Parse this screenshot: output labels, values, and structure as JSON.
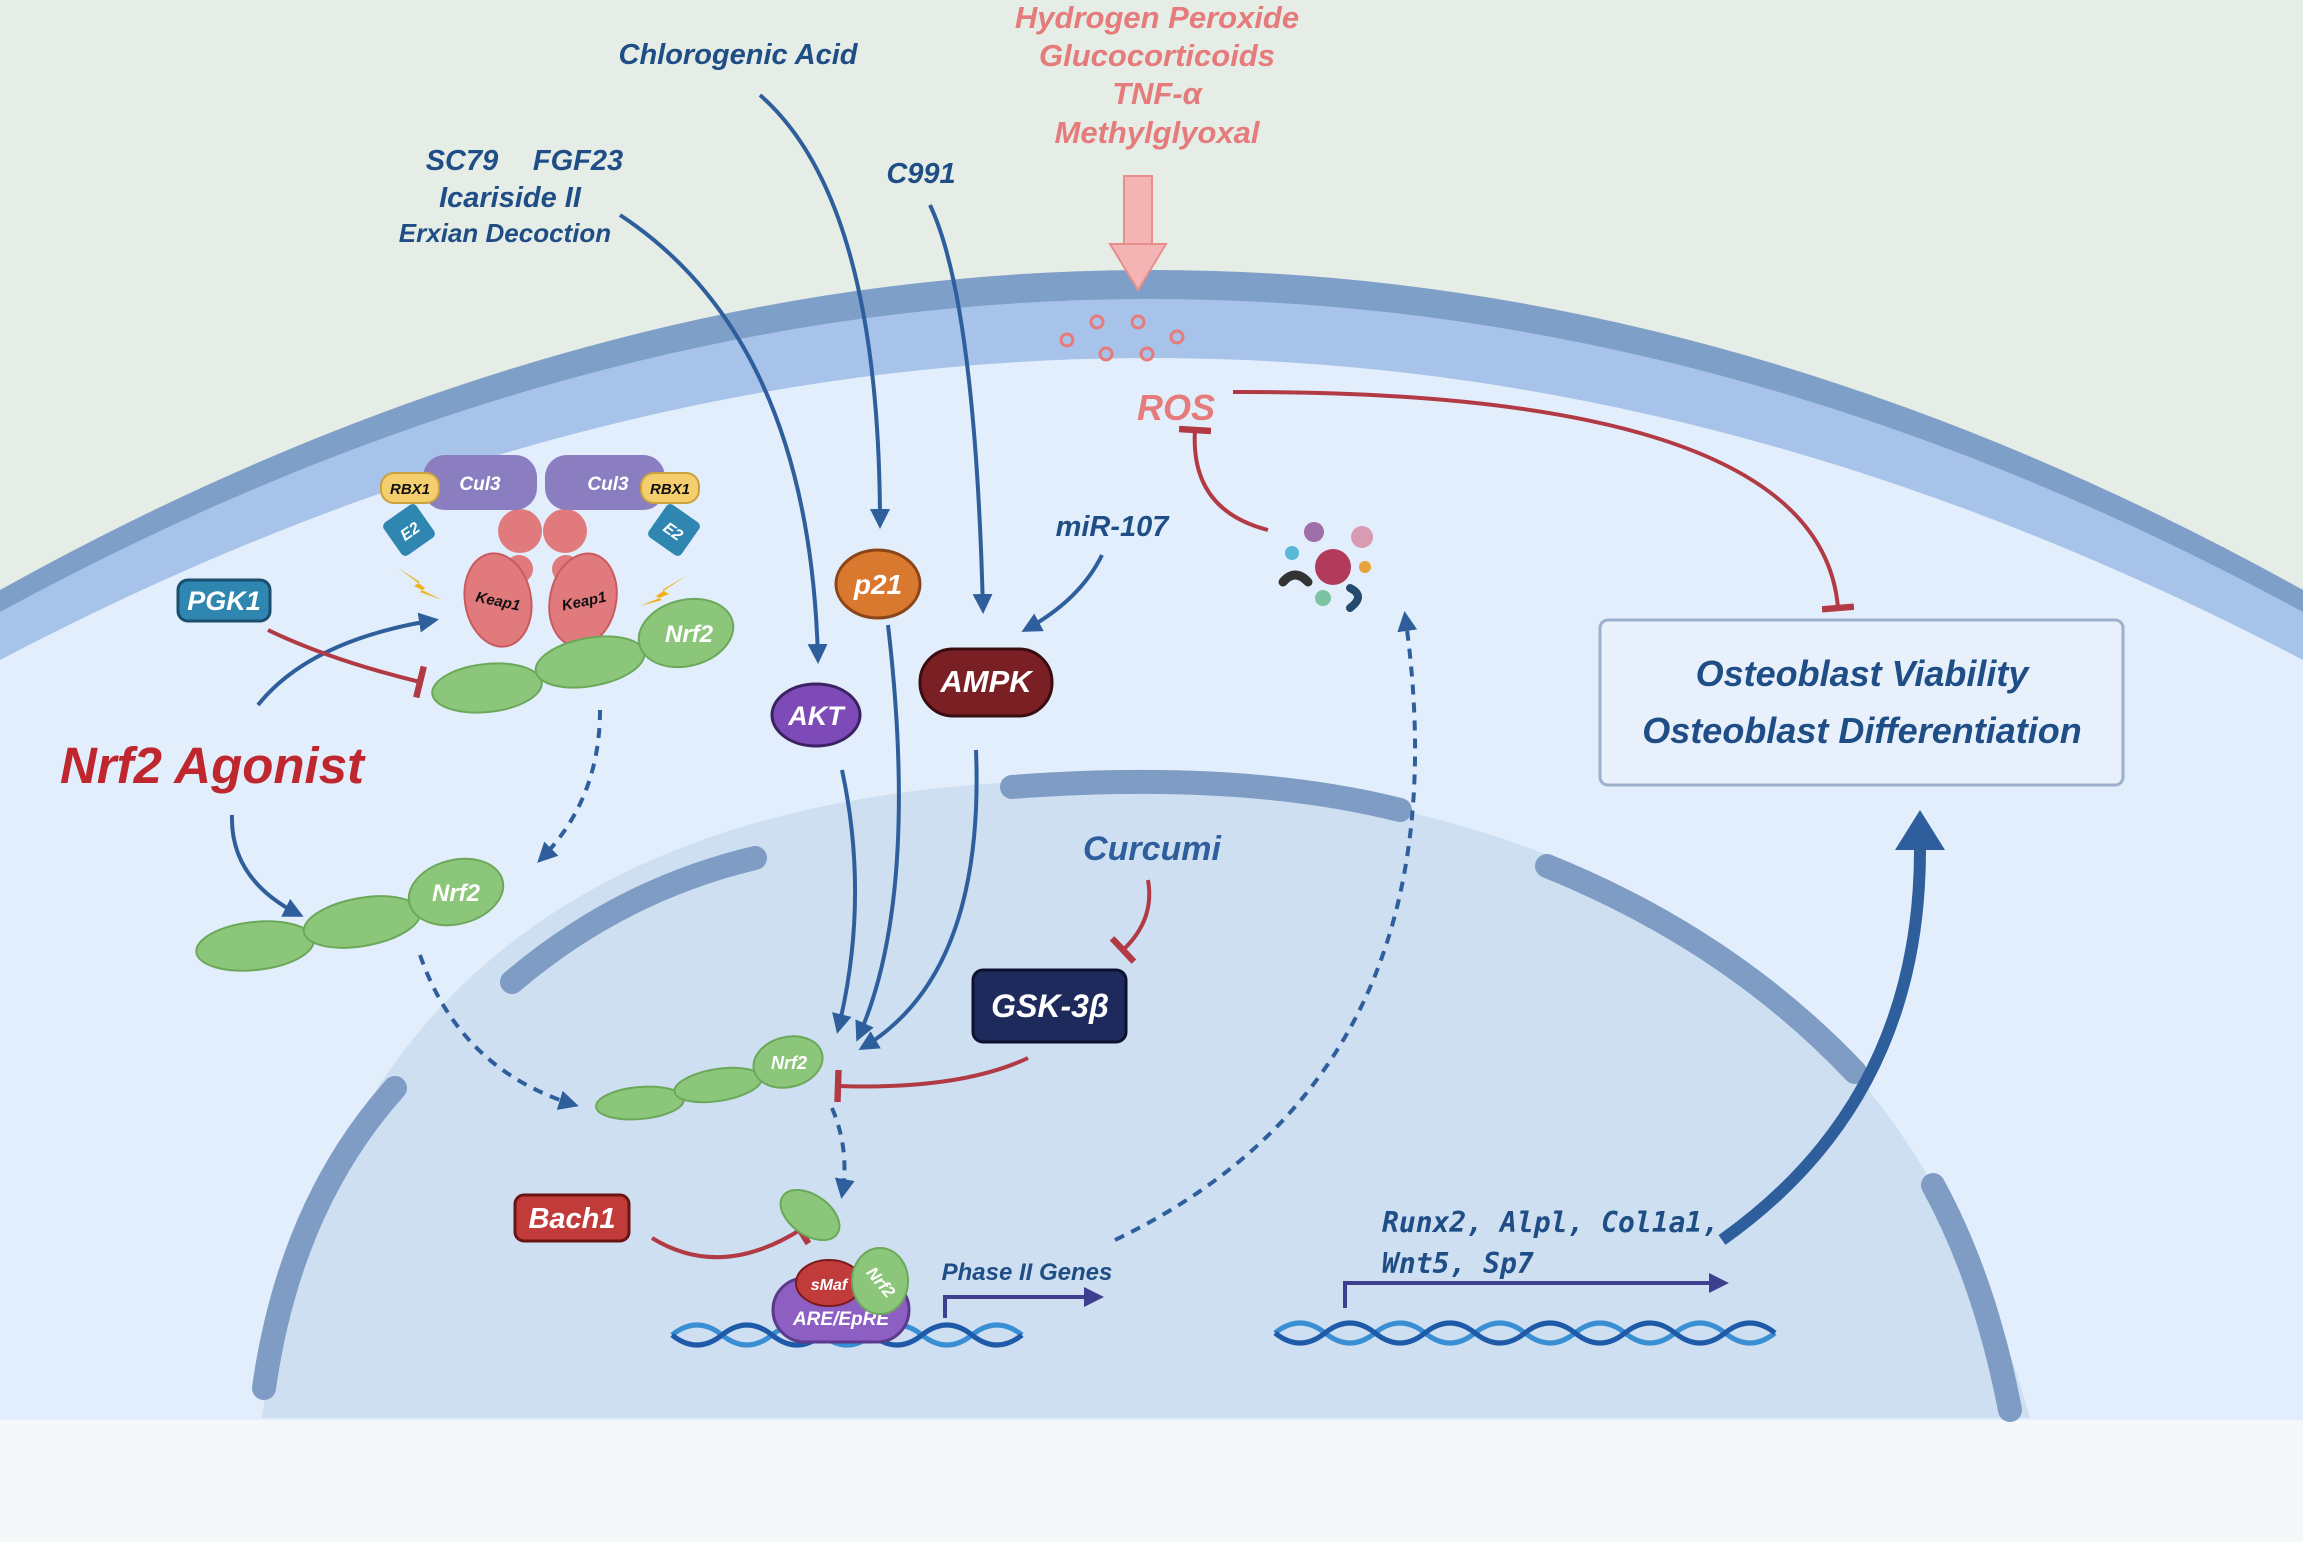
{
  "title": "",
  "stressors": [
    "Hydrogen Peroxide",
    "Glucocorticoids",
    "TNF-α",
    "Methylglyoxal"
  ],
  "agonists": {
    "chlorogenic": "Chlorogenic Acid",
    "sc79": "SC79",
    "fgf23": "FGF23",
    "icariside": "Icariside II",
    "erxian": "Erxian Decoction",
    "c991": "C991",
    "mir107": "miR-107",
    "curcumi": "Curcumi"
  },
  "nodes": {
    "ros": "ROS",
    "pgk1": "PGK1",
    "nrf2_agonist": "Nrf2 Agonist",
    "p21": "p21",
    "akt": "AKT",
    "ampk": "AMPK",
    "gsk3b": "GSK-3β",
    "bach1": "Bach1",
    "nrf2": "Nrf2",
    "keap1": "Keap1",
    "cul3": "Cul3",
    "rbx1": "RBX1",
    "e2": "E2",
    "smaf": "sMaf",
    "are": "ARE/EpRE"
  },
  "genes": {
    "phase2": "Phase II Genes",
    "targets_line1": "Runx2, Alpl, Col1a1,",
    "targets_line2": "Wnt5, Sp7"
  },
  "outcome": {
    "line1": "Osteoblast Viability",
    "line2": "Osteoblast Differentiation"
  },
  "colors": {
    "background_top": "#e6ece6",
    "cytoplasm": "#e2eefb",
    "membrane_outer": "#7e9fc8",
    "membrane_inner": "#a8c3ea",
    "nucleus": "#cddff1",
    "nuclear_envelope": "#7f9cc4",
    "activation_arrow": "#2e5f9c",
    "inhibition_line": "#b13a45",
    "stressor_text": "#e57b7b",
    "agonist_text": "#1f4e86",
    "nrf2_agonist_text": "#c0262d",
    "nrf2_green": "#8cc67a",
    "keap1_red": "#e17a7d",
    "cul3_purple": "#8b7ec0",
    "akt_purple": "#7e4ab8",
    "p21_orange": "#d9782f",
    "ampk_maroon": "#7a1f24",
    "gsk3b_navy": "#1f2a5c",
    "bach1_red": "#c13b3b",
    "pgk1_blue": "#2f87b1"
  }
}
